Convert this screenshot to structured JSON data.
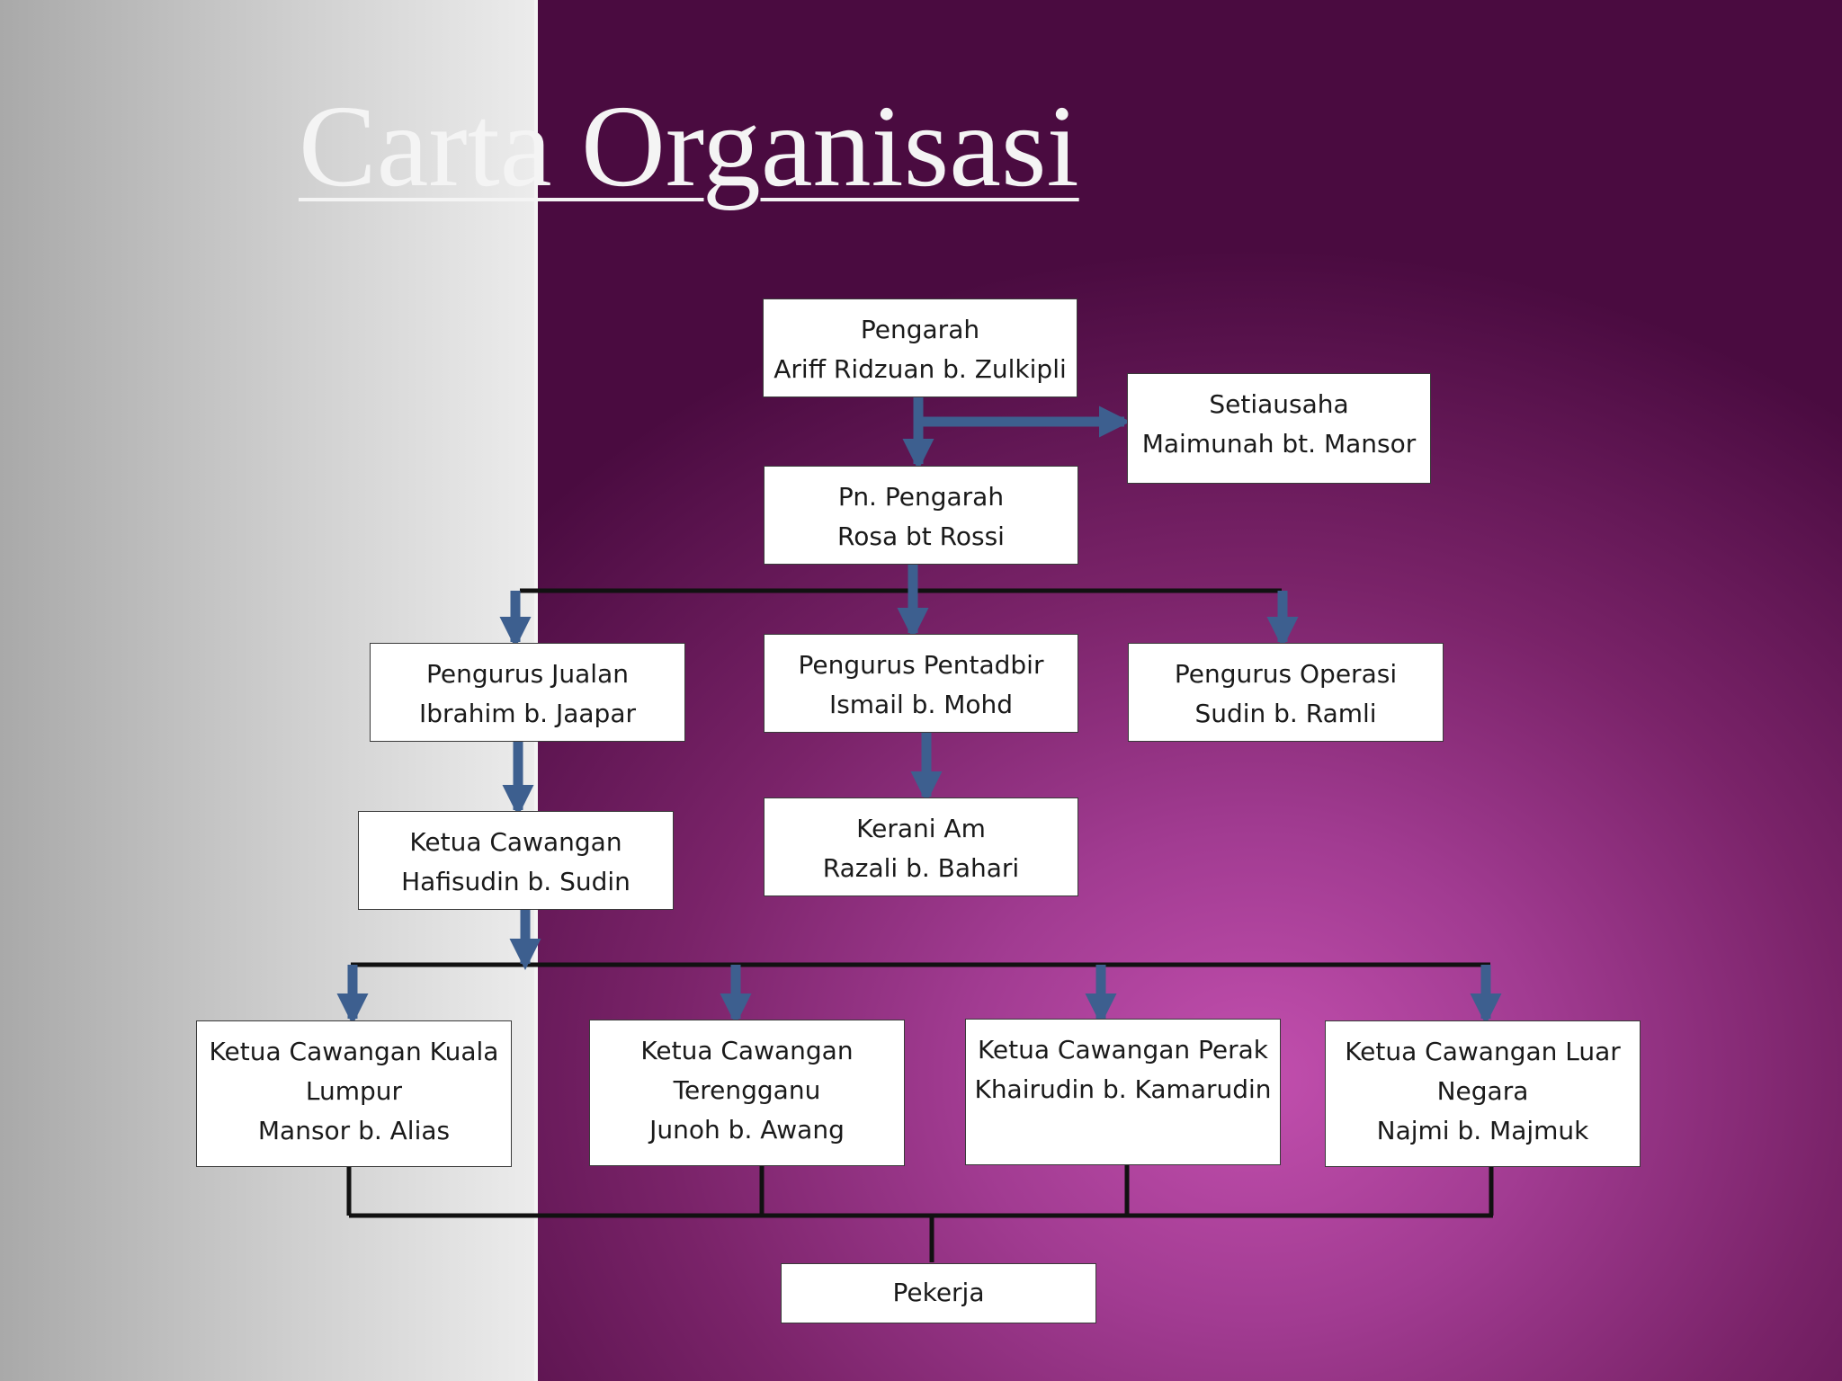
{
  "title": "Carta Organisasi",
  "nodes": [
    {
      "id": "pengarah",
      "role": "Pengarah",
      "name": "Ariff Ridzuan b. Zulkipli"
    },
    {
      "id": "setiausaha",
      "role": "Setiausaha",
      "name": "Maimunah bt. Mansor"
    },
    {
      "id": "pn-pengarah",
      "role": "Pn. Pengarah",
      "name": "Rosa bt Rossi"
    },
    {
      "id": "pengurus-jualan",
      "role": "Pengurus Jualan",
      "name": "Ibrahim b. Jaapar"
    },
    {
      "id": "pengurus-pentadbir",
      "role": "Pengurus Pentadbir",
      "name": "Ismail b. Mohd"
    },
    {
      "id": "pengurus-operasi",
      "role": "Pengurus Operasi",
      "name": "Sudin b. Ramli"
    },
    {
      "id": "ketua-cawangan",
      "role": "Ketua Cawangan",
      "name": "Hafisudin b. Sudin"
    },
    {
      "id": "kerani-am",
      "role": "Kerani Am",
      "name": "Razali b. Bahari"
    },
    {
      "id": "ketua-kl",
      "role": "Ketua Cawangan Kuala",
      "role2": "Lumpur",
      "name": "Mansor b. Alias"
    },
    {
      "id": "ketua-terengganu",
      "role": "Ketua Cawangan",
      "role2": "Terengganu",
      "name": "Junoh b. Awang"
    },
    {
      "id": "ketua-perak",
      "role": "Ketua Cawangan Perak",
      "name": "Khairudin b. Kamarudin"
    },
    {
      "id": "ketua-luar-negara",
      "role": "Ketua Cawangan Luar",
      "role2": "Negara",
      "name": "Najmi b. Majmuk"
    },
    {
      "id": "pekerja",
      "role": "Pekerja"
    }
  ],
  "colors": {
    "arrow": "#3d5f8f",
    "line": "#111111",
    "box_border": "#3a3a3a"
  }
}
